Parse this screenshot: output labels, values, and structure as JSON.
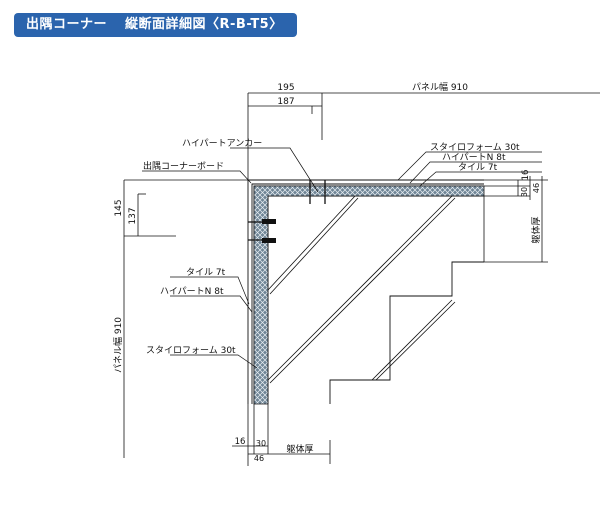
{
  "title": {
    "main": "出隅コーナー",
    "sub": "縦断面詳細図〈R-B-T5〉"
  },
  "dimensions": {
    "top_195": "195",
    "top_187": "187",
    "top_panel_width": "パネル幅 910",
    "left_145": "145",
    "left_137": "137",
    "left_panel_width": "パネル幅 910",
    "right_16": "16",
    "right_30": "30",
    "right_46": "46",
    "right_body": "躯体厚",
    "bottom_16": "16",
    "bottom_30": "30",
    "bottom_46": "46",
    "bottom_body": "躯体厚"
  },
  "labels": {
    "hyper_anchor": "ハイパートアンカー",
    "corner_board": "出隅コーナーボード",
    "stylofoam_top": "スタイロフォーム 30t",
    "hyper_n8_top": "ハイパートN 8t",
    "tile_top": "タイル 7t",
    "tile_left": "タイル 7t",
    "hyper_n8_left": "ハイパートN 8t",
    "stylofoam_left": "スタイロフォーム 30t"
  },
  "colors": {
    "title_bg": "#2b64ad",
    "insulation_fill": "#6f8596",
    "line": "#111111"
  }
}
